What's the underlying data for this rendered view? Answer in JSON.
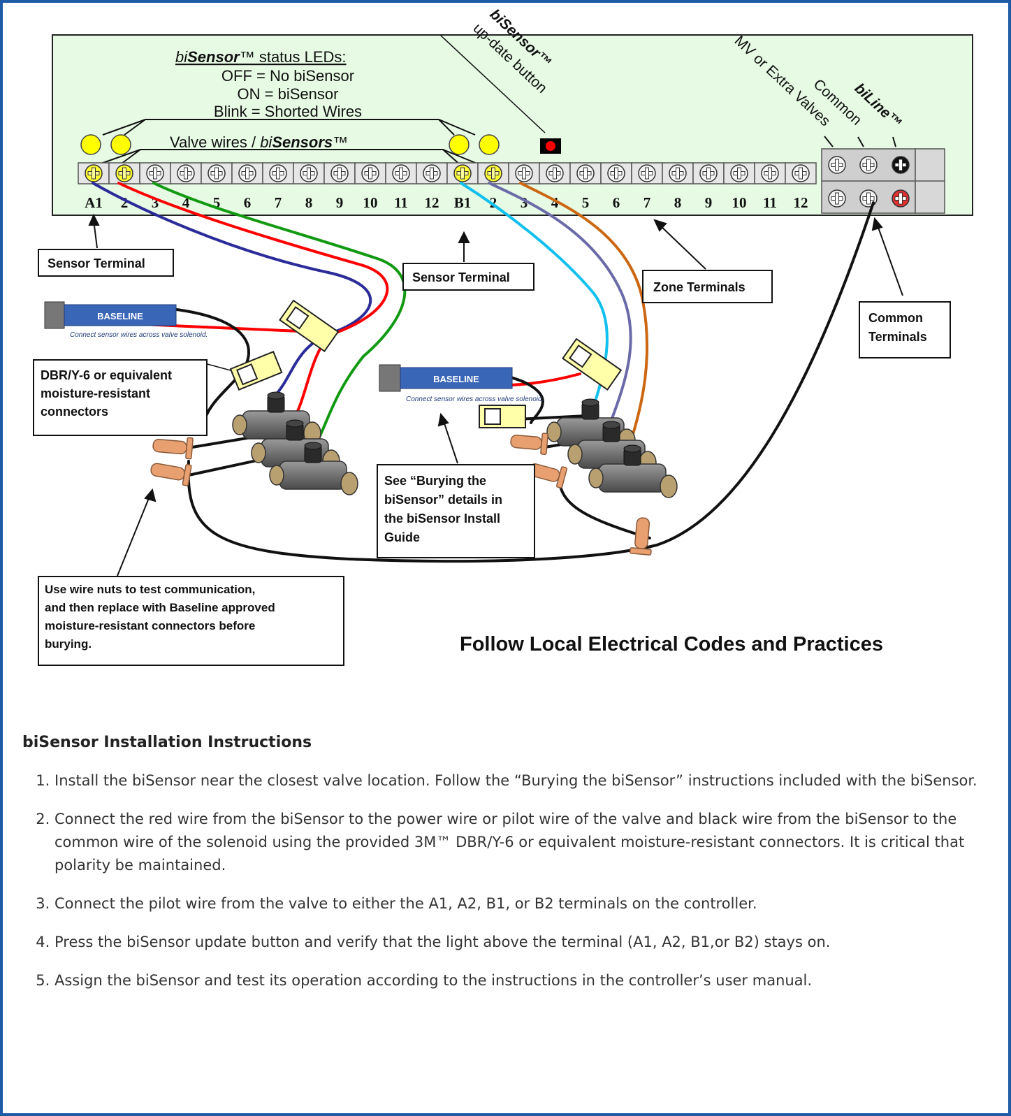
{
  "diagram": {
    "header": {
      "status_title_italic": "bi",
      "status_title_bold": "Sensor",
      "status_title_rest": "™ status LEDs:",
      "status_off": "OFF = No biSensor",
      "status_on": "ON = biSensor",
      "status_blink": "Blink = Shorted Wires",
      "valve_wires_prefix": "Valve wires / ",
      "valve_wires_italic": "bi",
      "valve_wires_bold": "Sensors",
      "valve_wires_tm": "™",
      "update_button_line1": "biSensor™",
      "update_button_line2": "up-date button",
      "mv_label": "MV or Extra Valves",
      "common_label": "Common",
      "biline_label": "biLine™"
    },
    "terminal_labels_a": [
      "A1",
      "2",
      "3",
      "4",
      "5",
      "6",
      "7",
      "8",
      "9",
      "10",
      "11",
      "12"
    ],
    "terminal_labels_b": [
      "B1",
      "2",
      "3",
      "4",
      "5",
      "6",
      "7",
      "8",
      "9",
      "10",
      "11",
      "12"
    ],
    "callouts": {
      "sensor_terminal_a": "Sensor Terminal",
      "sensor_terminal_b": "Sensor Terminal",
      "zone_terminals": "Zone Terminals",
      "common_terminals_line1": "Common",
      "common_terminals_line2": "Terminals",
      "dbr_line1": "DBR/Y-6 or equivalent",
      "dbr_line2": "moisture-resistant",
      "dbr_line3": "connectors",
      "bury_line1": "See “Burying the",
      "bury_line2": "biSensor” details in",
      "bury_line3": "the biSensor Install",
      "bury_line4": "Guide",
      "wirenut_line1": "Use wire nuts to test communication,",
      "wirenut_line2": "and then replace with Baseline approved",
      "wirenut_line3": "moisture-resistant connectors before",
      "wirenut_line4": "burying."
    },
    "sensor_brand": "BASELINE",
    "sensor_caption_a": "Connect sensor wires across valve solenoid.",
    "sensor_caption_b": "Connect sensor wires across valve solenoid.",
    "footer_note": "Follow Local Electrical Codes and Practices",
    "colors": {
      "panel": "#e6fae4",
      "led_yellow": "#ffff00",
      "button_red": "#ff0000",
      "wire_red": "#ff0000",
      "wire_blue": "#2b2b9a",
      "wire_green": "#119911",
      "wire_cyan": "#11c0ee",
      "wire_purple": "#6a6aa8",
      "wire_orange": "#cc6611",
      "frame": "#1f5aa6"
    }
  },
  "instructions": {
    "title": "biSensor Installation Instructions",
    "steps": [
      "Install the biSensor near the closest valve location. Follow the “Burying the biSensor” instructions included with the biSensor.",
      "Connect the red wire from the biSensor to the power wire or pilot wire of the valve and black wire from the biSensor to the common wire of the solenoid using the provided 3M™ DBR/Y-6 or equivalent moisture-resistant connectors. It is critical that polarity be maintained.",
      "Connect the pilot wire from the valve to either the A1, A2, B1, or B2 terminals on the controller.",
      "Press the biSensor update button and verify that the light above the terminal (A1, A2, B1,or B2) stays on.",
      "Assign the biSensor and test its operation according to the instructions in the controller’s user manual."
    ]
  }
}
